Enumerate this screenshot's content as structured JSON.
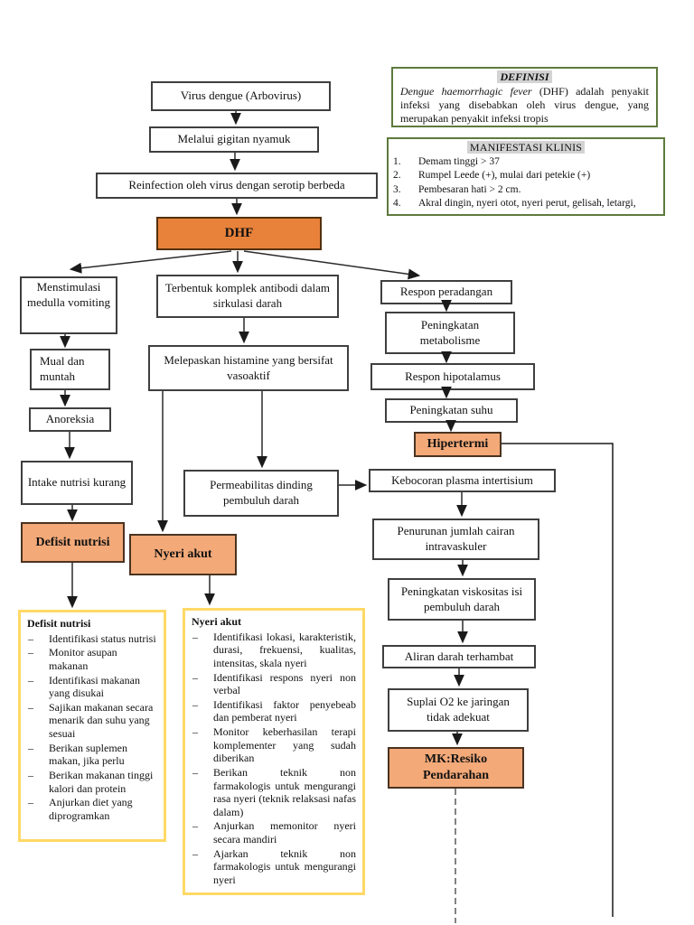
{
  "colors": {
    "orange_dark": "#E8823B",
    "orange_light": "#F3A978",
    "yellow_border": "#FFD966",
    "green_border": "#5E7A3D",
    "title_highlight": "#D3D3D3",
    "box_border": "#3F3F3F"
  },
  "flow": {
    "virus": "Virus dengue (Arbovirus)",
    "gigitan": "Melalui gigitan nyamuk",
    "reinfection": "Reinfection oleh virus dengan serotip berbeda",
    "dhf": "DHF",
    "menstimulasi": "Menstimulasi medulla vomiting",
    "mual": "Mual dan muntah",
    "anoreksia": "Anoreksia",
    "intake": "Intake nutrisi kurang",
    "defisit": "Defisit nutrisi",
    "terbentuk": "Terbentuk komplek antibodi dalam sirkulasi darah",
    "melepaskan": "Melepaskan histamine yang bersifat vasoaktif",
    "permeabilitas": "Permeabilitas dinding pembuluh darah",
    "nyeri_akut": "Nyeri akut",
    "respon_peradangan": "Respon peradangan",
    "peningkatan_metabolisme": "Peningkatan metabolisme",
    "respon_hipotalamus": "Respon hipotalamus",
    "peningkatan_suhu": "Peningkatan suhu",
    "hipertermi": "Hipertermi",
    "kebocoran": "Kebocoran plasma intertisium",
    "penurunan": "Penurunan jumlah cairan intravaskuler",
    "viskositas": "Peningkatan viskositas isi pembuluh darah",
    "aliran": "Aliran darah terhambat",
    "suplai": "Suplai O2 ke jaringan tidak adekuat",
    "mk_resiko": "MK:Resiko Pendarahan"
  },
  "definisi": {
    "title": "DEFINISI",
    "body_italic": "Dengue haemorrhagic fever",
    "body_rest": " (DHF) adalah penyakit infeksi yang disebabkan oleh virus dengue, yang merupakan penyakit infeksi tropis"
  },
  "manifestasi": {
    "title": "MANIFESTASI KLINIS",
    "items": [
      {
        "num": "1.",
        "text": "Demam tinggi > 37"
      },
      {
        "num": "2.",
        "text": "Rumpel Leede (+), mulai dari petekie (+)"
      },
      {
        "num": "3.",
        "text": "Pembesaran hati > 2 cm."
      },
      {
        "num": "4.",
        "text": "Akral dingin, nyeri otot, nyeri perut, gelisah, letargi,"
      }
    ]
  },
  "defisit_detail": {
    "title": "Defisit nutrisi",
    "items": [
      "Identifikasi status nutrisi",
      "Monitor asupan makanan",
      "Identifikasi makanan yang disukai",
      "Sajikan makanan secara menarik dan suhu yang sesuai",
      "Berikan suplemen makan, jika perlu",
      "Berikan makanan tinggi kalori dan protein",
      "Anjurkan diet yang diprogramkan"
    ]
  },
  "nyeri_detail": {
    "title": "Nyeri akut",
    "items": [
      "Identifikasi lokasi, karakteristik, durasi, frekuensi, kualitas, intensitas, skala nyeri",
      "Identifikasi respons nyeri non verbal",
      "Identifikasi faktor penyebeab dan pemberat nyeri",
      "Monitor keberhasilan terapi komplementer yang sudah diberikan",
      "Berikan teknik non farmakologis untuk mengurangi rasa nyeri (teknik relaksasi nafas dalam)",
      "Anjurkan memonitor nyeri secara mandiri",
      "Ajarkan teknik non farmakologis untuk mengurangi nyeri"
    ]
  }
}
